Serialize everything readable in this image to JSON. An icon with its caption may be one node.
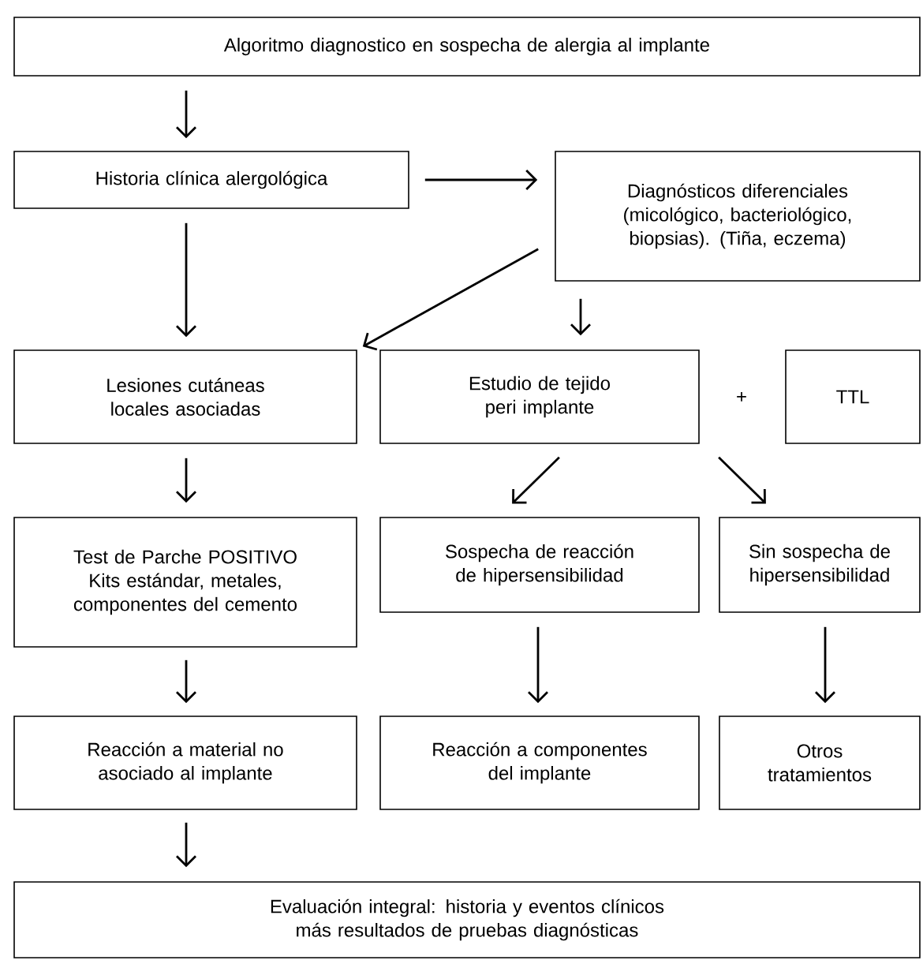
{
  "diagram": {
    "nodes": [
      {
        "text": [
          "Algoritmo diagnostico en sospecha de alergia al implante"
        ]
      },
      {
        "text": [
          "Historia clínica alergológica"
        ]
      },
      {
        "text": [
          "Diagnósticos diferenciales (micológico, bacteriológico, biopsias). (Tiña, eczema)"
        ]
      },
      {
        "text": [
          "Lesiones cutáneas locales asociadas"
        ]
      },
      {
        "text": [
          "Estudio de tejido peri implante"
        ]
      },
      {
        "text": [
          "TTL"
        ]
      },
      {
        "text": [
          "Test de Parche POSITIVO Kits estándar, metales, componentes del cemento"
        ]
      },
      {
        "text": [
          "Sospecha de reacción de hipersensibilidad"
        ]
      },
      {
        "text": [
          "Sin sospecha de hipersensibilidad"
        ]
      },
      {
        "text": [
          "Reacción a material no asociado al implante"
        ]
      },
      {
        "text": [
          "Reacción a componentes del implante"
        ]
      },
      {
        "text": [
          "Otros tratamientos"
        ]
      },
      {
        "text": [
          "Evaluación integral: historia y eventos clínicos más resultados de pruebas diagnósticas"
        ]
      }
    ],
    "edges": [
      {
        "from": 0,
        "to": 1,
        "arrow": "to"
      },
      {
        "from": 1,
        "to": 2,
        "arrow": "to"
      },
      {
        "from": 1,
        "to": 3,
        "arrow": "to"
      },
      {
        "from": 2,
        "to": 3,
        "arrow": "to"
      },
      {
        "from": 2,
        "to": 4,
        "arrow": "to"
      },
      {
        "from": 3,
        "to": 6,
        "arrow": "to"
      },
      {
        "from": 4,
        "to": 7,
        "arrow": "to"
      },
      {
        "from": 4,
        "to": 8,
        "arrow": "to"
      },
      {
        "from": 6,
        "to": 9,
        "arrow": "to"
      },
      {
        "from": 7,
        "to": 10,
        "arrow": "to"
      },
      {
        "from": 8,
        "to": 11,
        "arrow": "to"
      },
      {
        "from": 9,
        "to": 12,
        "arrow": "to"
      }
    ],
    "labels": [
      "+"
    ]
  }
}
